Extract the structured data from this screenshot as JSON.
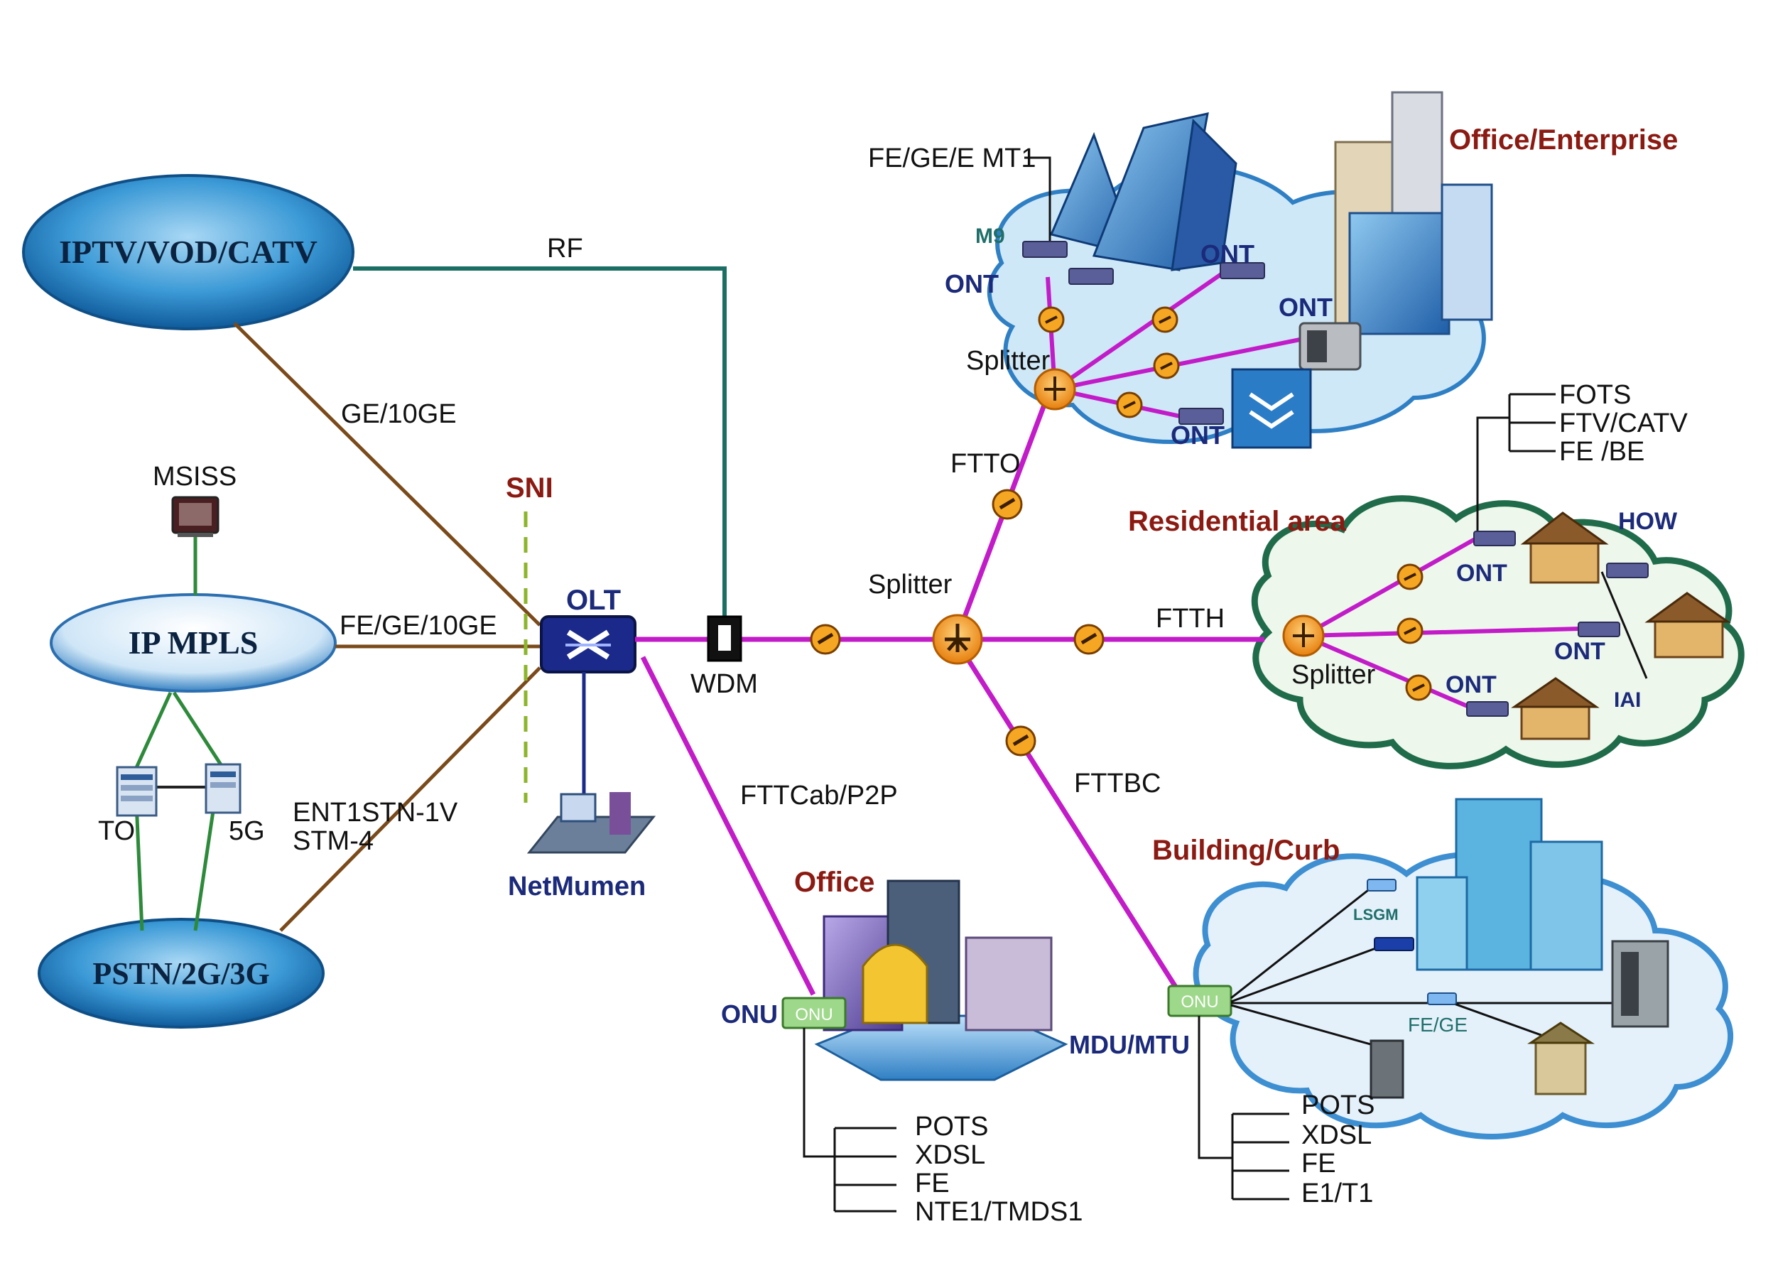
{
  "clouds": {
    "iptv": "IPTV/VOD/CATV",
    "ipmpls": "IP MPLS",
    "pstn": "PSTN/2G/3G"
  },
  "links": {
    "rf": "RF",
    "ge10ge": "GE/10GE",
    "fe_ge_10ge": "FE/GE/10GE",
    "ent1": "ENT1STN-1V",
    "stm4": "STM-4",
    "ftto": "FTTO",
    "ftth": "FTTH",
    "fttbc": "FTTBC",
    "fttcab": "FTTCab/P2P"
  },
  "nodes": {
    "msiss": "MSISS",
    "to": "TO",
    "g5": "5G",
    "sni": "SNI",
    "olt": "OLT",
    "wdm": "WDM",
    "netmumen": "NetMumen",
    "splitter_main": "Splitter",
    "splitter_office": "Splitter",
    "splitter_res": "Splitter",
    "onu": "ONU",
    "mdu": "MDU/MTU",
    "onu_box": "ONU",
    "mdu_box": "ONU"
  },
  "office_enterprise": {
    "title": "Office/Enterprise",
    "fe_label": "FE/GE/E MT1",
    "m9": "M9",
    "ont1": "ONT",
    "ont2": "ONT",
    "ont3": "ONT",
    "ont4": "ONT"
  },
  "residential": {
    "title": "Residential area",
    "services": [
      "FOTS",
      "FTV/CATV",
      "FE /BE"
    ],
    "how": "HOW",
    "ont1": "ONT",
    "ont2": "ONT",
    "ont3": "ONT",
    "iai": "IAI"
  },
  "office": {
    "title": "Office",
    "services": [
      "POTS",
      "XDSL",
      "FE",
      "NTE1/TMDS1"
    ]
  },
  "building": {
    "title": "Building/Curb",
    "lsgm": "LSGM",
    "fege": "FE/GE",
    "services": [
      "POTS",
      "XDSL",
      "FE",
      "E1/T1"
    ]
  },
  "colors": {
    "fiber": "#c21cc8",
    "rf_line": "#1b6e63",
    "brown_line": "#7a4a1a",
    "cloud_blue": "#2e86c1",
    "cloud_green": "#1f6b4a",
    "title_red": "#8b1a12",
    "label_blue": "#1b2a7a",
    "splitter_orange": "#f39c12"
  }
}
